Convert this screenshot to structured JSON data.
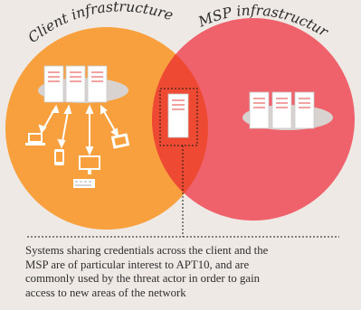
{
  "diagram": {
    "left_label": "Client infrastructure",
    "right_label": "MSP infrastructure",
    "caption_lines": [
      "Systems sharing credentials across the client and the",
      "MSP are of particular interest to APT10, and are",
      "commonly used by the threat actor in order to gain",
      "access to new areas of the network"
    ],
    "colors": {
      "background": "#efe9e6",
      "client_circle": "#f7a03d",
      "msp_circle": "#f0626b",
      "overlap": "#ee4a33",
      "server": "#ffffff",
      "cloud": "#d8d3d1"
    }
  }
}
